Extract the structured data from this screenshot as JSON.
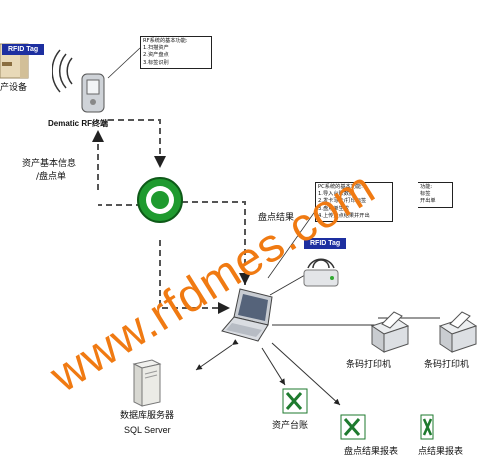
{
  "rfid_tag_label": "RFID Tag",
  "asset_device_label": "产设备",
  "rf_terminal_label": "Dematic RF终端",
  "rf_functions": {
    "title": "RF系统的基本功能:",
    "items": [
      "1.扫描资产",
      "2.资产盘点",
      "3.标签识别"
    ]
  },
  "asset_info_label": [
    "资产基本信息",
    "/盘点单"
  ],
  "inventory_result_label": "盘点结果",
  "pc_functions": {
    "title": "PC系统的基本功能:",
    "items": [
      "1.导入台账数据",
      "2.发卡写卡/打印标签",
      "3.盘点单生成",
      "4.上传盘点结果并开出"
    ]
  },
  "pc_functions_partial": {
    "title": "功能:",
    "items": [
      "",
      "标签",
      "",
      "开出单"
    ]
  },
  "printer_label_1": "条码打印机",
  "printer_label_2": "条码打印机",
  "db_server_label": [
    "数据库服务器",
    "SQL Server"
  ],
  "asset_ledger_label": "资产台账",
  "report_label_1": "盘点结果报表",
  "report_label_2": "点结果报表",
  "watermark": "www.rfdmes.com",
  "colors": {
    "tag_blue": "#1d2fa0",
    "watermark_orange": "#f07a12",
    "excel_green": "#1e7a2e"
  }
}
